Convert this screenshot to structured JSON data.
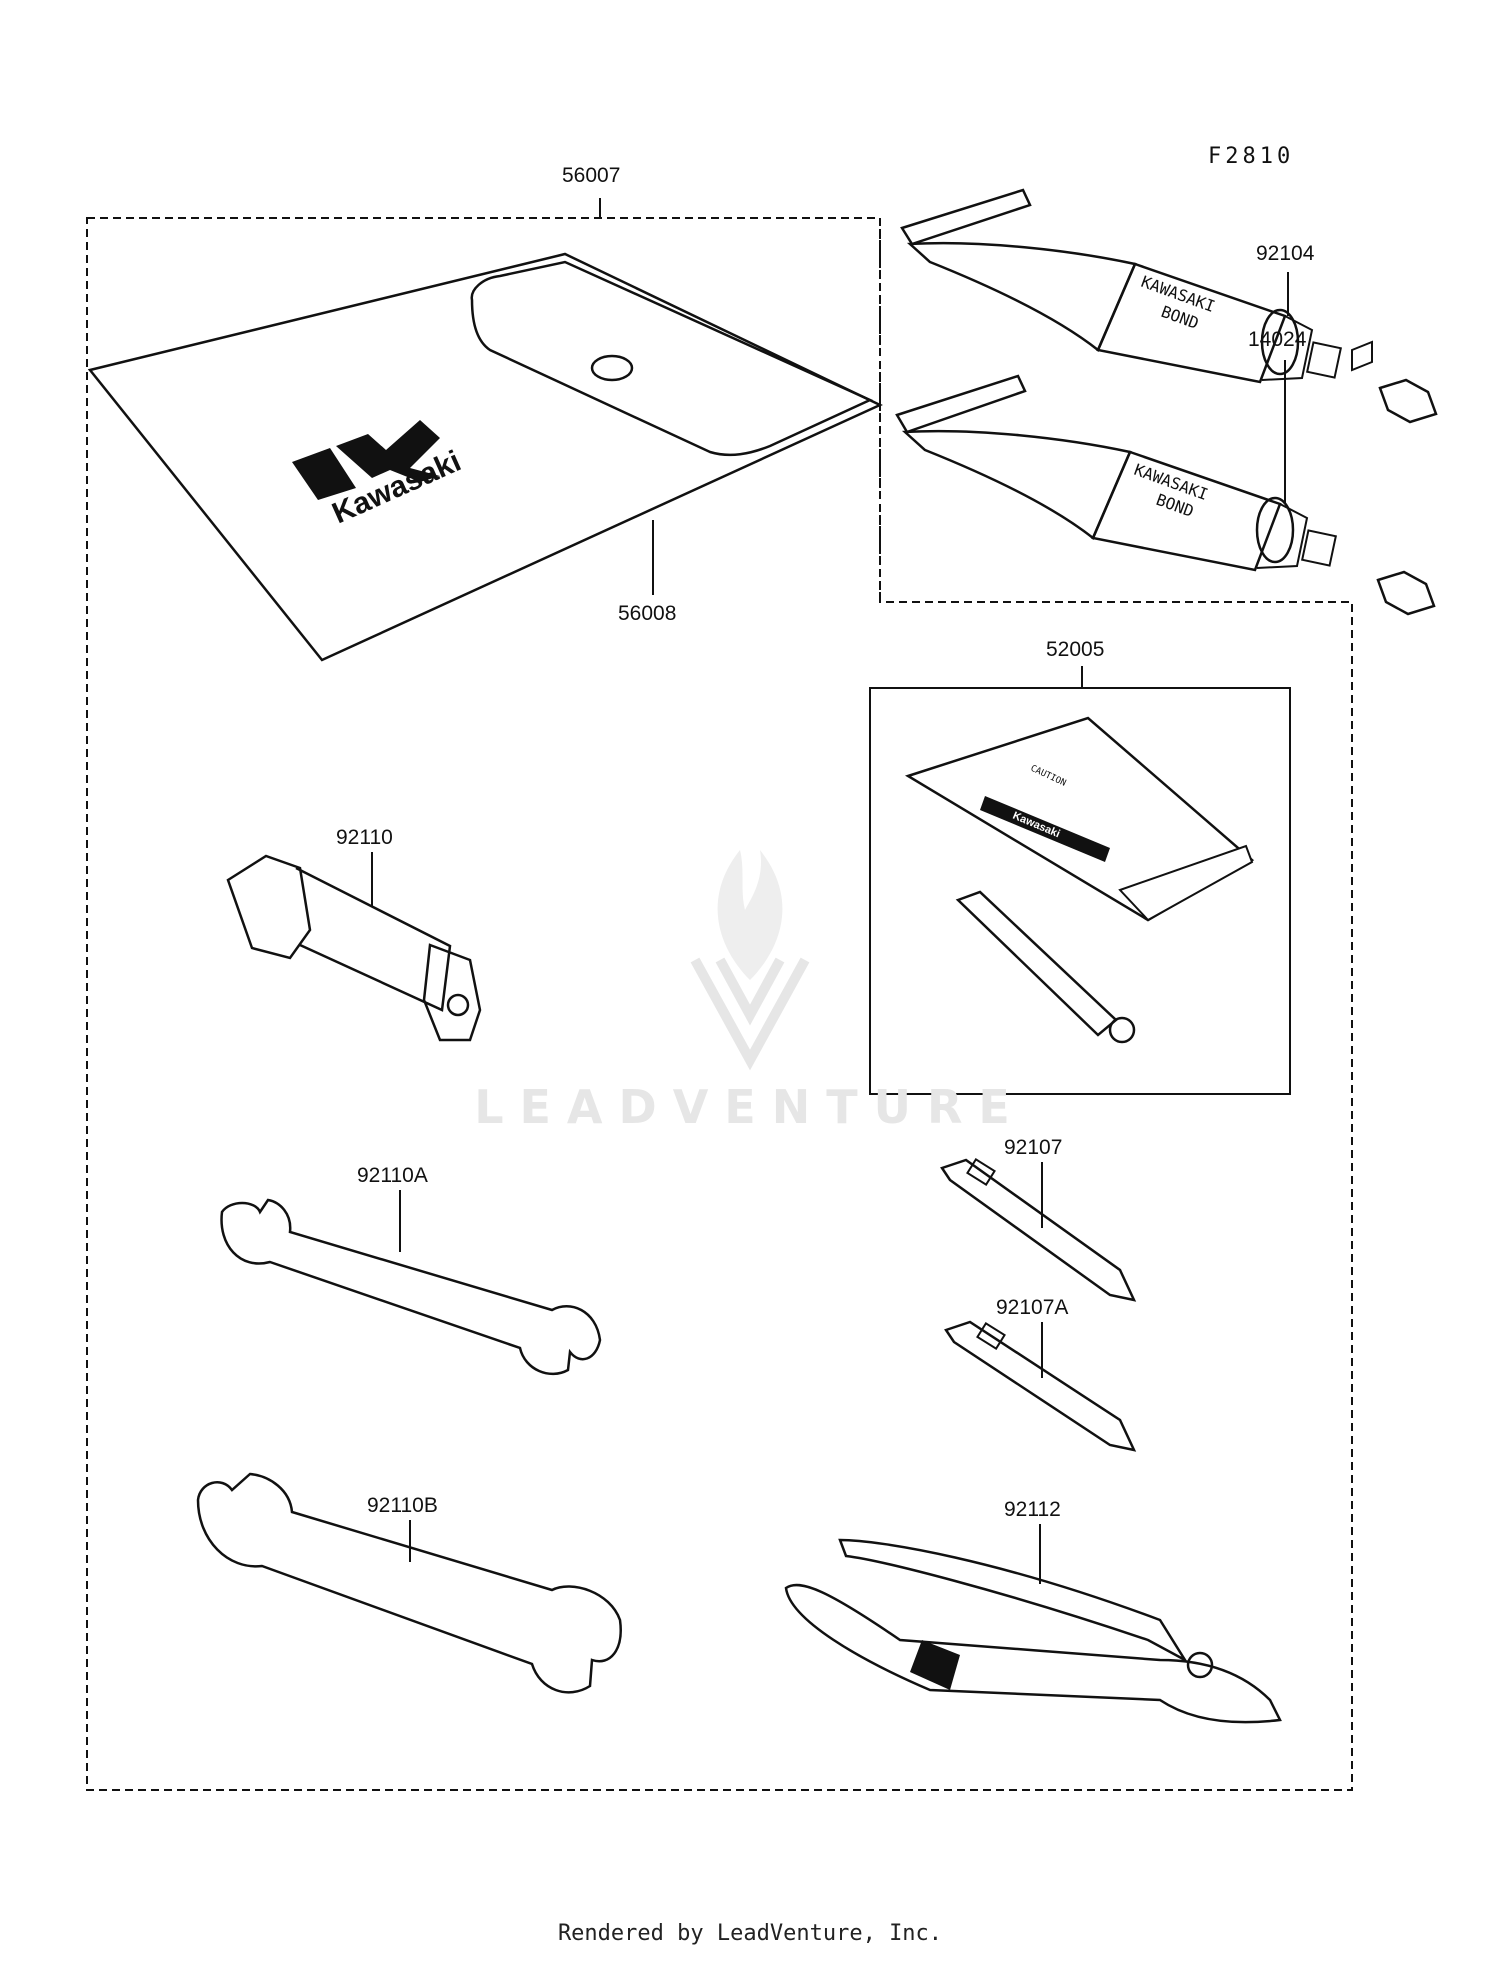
{
  "diagram_code": "F2810",
  "parts": {
    "tool_case_assy": "56007",
    "tool_case": "56008",
    "bond_tube_upper": "92104",
    "bond_tube_lower": "14024",
    "tire_repair_kit": "52005",
    "plug_wrench": "92110",
    "wrench_a": "92110A",
    "wrench_b": "92110B",
    "screwdriver": "92107",
    "screwdriver_a": "92107A",
    "pliers": "92112"
  },
  "tube_label": {
    "line1": "KAWASAKI",
    "line2": "BOND"
  },
  "pouch_logo": "Kawasaki",
  "kit_card": {
    "caution": "CAUTION",
    "brand": "Kawasaki"
  },
  "watermark": "LEADVENTURE",
  "footer": "Rendered by LeadVenture, Inc.",
  "colors": {
    "ink": "#111111",
    "watermark": "#e6e6e6"
  }
}
